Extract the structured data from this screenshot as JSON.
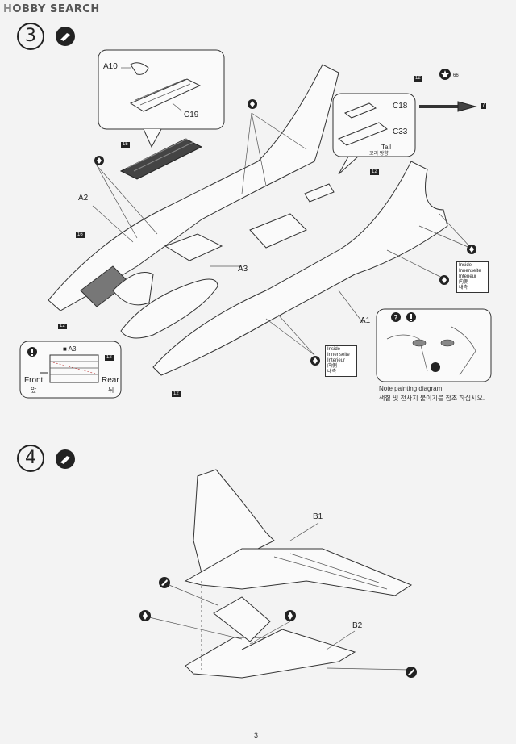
{
  "watermark": {
    "logo": "H",
    "text": "OBBY SEARCH"
  },
  "steps": [
    {
      "number": "3"
    },
    {
      "number": "4"
    }
  ],
  "step3": {
    "parts": {
      "a10": "A10",
      "c19": "C19",
      "c18": "C18",
      "c33": "C33",
      "a2": "A2",
      "a3": "A3",
      "a1": "A1",
      "a3_box": "■ A3"
    },
    "tail_label": "Tail",
    "tail_label_kr": "꼬리 방향",
    "paint_codes": {
      "p12": "12",
      "p15": "15",
      "p16": "16",
      "p66": "66",
      "p7": "7"
    },
    "front_label": "Front",
    "front_label_kr": "앞",
    "rear_label": "Rear",
    "rear_label_kr": "뒤",
    "inside_label": {
      "en": "Inside",
      "fr": "Interieur",
      "de": "Innenseite",
      "jp": "内側",
      "kr": "내측"
    },
    "note_en": "Note painting diagram.",
    "note_kr": "색칠 및 전사지 붙이기를 참조 하십시오."
  },
  "step4": {
    "parts": {
      "b1": "B1",
      "b2": "B2"
    }
  },
  "page_number": "3",
  "icons": {
    "glue": "glue-tube-icon",
    "caution": "caution-icon",
    "warning": "exclamation-icon",
    "question": "question-icon",
    "star": "star-icon",
    "cement": "cement-icon"
  }
}
